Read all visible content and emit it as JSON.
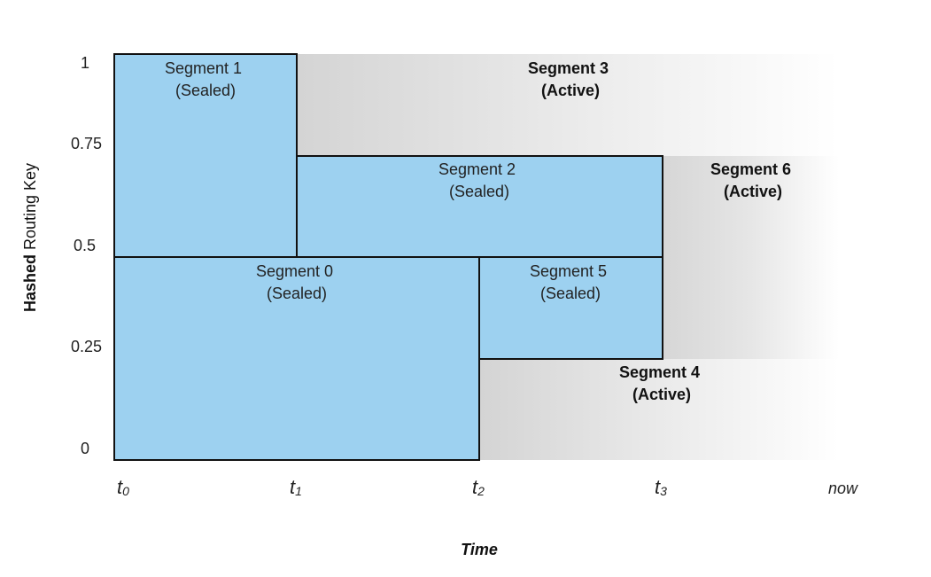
{
  "axes": {
    "y_title_bold": "Hashed",
    "y_title_rest": " Routing Key",
    "x_title": "Time",
    "y_ticks": [
      "1",
      "0.75",
      "0.5",
      "0.25",
      "0"
    ],
    "x_ticks": [
      {
        "main": "t",
        "sub": "0"
      },
      {
        "main": "t",
        "sub": "1"
      },
      {
        "main": "t",
        "sub": "2"
      },
      {
        "main": "t",
        "sub": "3"
      }
    ],
    "x_end": "now"
  },
  "segments": [
    {
      "id": "0",
      "name": "Segment 0",
      "state": "(Sealed)",
      "start": 0,
      "end": 2,
      "key_from": 0,
      "key_to": 0.5
    },
    {
      "id": "1",
      "name": "Segment 1",
      "state": "(Sealed)",
      "start": 0,
      "end": 1,
      "key_from": 0.5,
      "key_to": 1
    },
    {
      "id": "2",
      "name": "Segment 2",
      "state": "(Sealed)",
      "start": 1,
      "end": 3,
      "key_from": 0.5,
      "key_to": 0.75
    },
    {
      "id": "3",
      "name": "Segment 3",
      "state": "(Active)",
      "start": 1,
      "end": "now",
      "key_from": 0.75,
      "key_to": 1
    },
    {
      "id": "4",
      "name": "Segment 4",
      "state": "(Active)",
      "start": 2,
      "end": "now",
      "key_from": 0,
      "key_to": 0.25
    },
    {
      "id": "5",
      "name": "Segment 5",
      "state": "(Sealed)",
      "start": 2,
      "end": 3,
      "key_from": 0.25,
      "key_to": 0.5
    },
    {
      "id": "6",
      "name": "Segment 6",
      "state": "(Active)",
      "start": 3,
      "end": "now",
      "key_from": 0.25,
      "key_to": 0.75
    }
  ],
  "colors": {
    "sealed_fill": "#9dd1f0",
    "active_gradient_start": "#d4d4d4",
    "active_gradient_end": "#ffffff",
    "border": "#111111"
  }
}
